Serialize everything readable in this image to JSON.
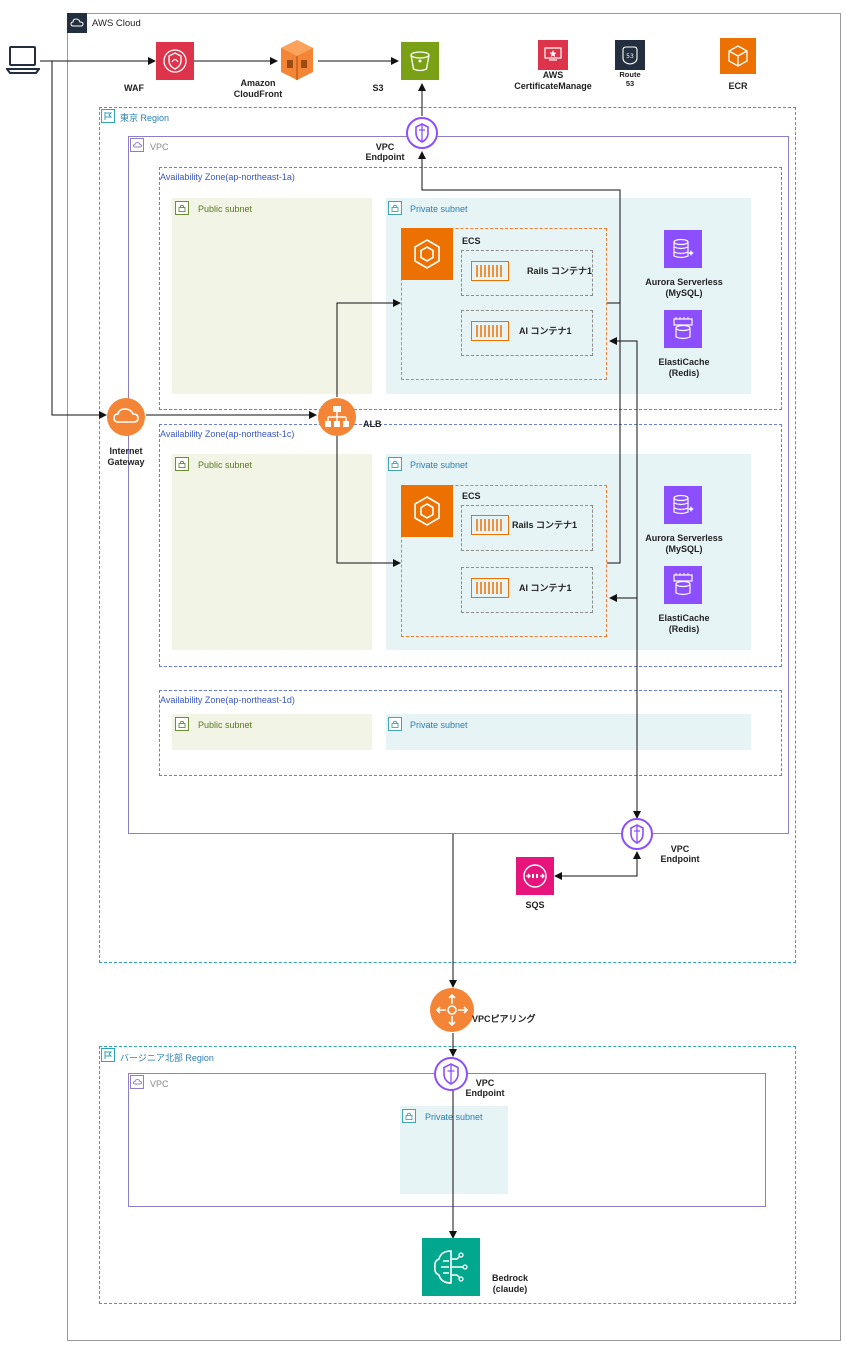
{
  "labels": {
    "aws_cloud": "AWS Cloud",
    "waf": "WAF",
    "cloudfront_l1": "Amazon",
    "cloudfront_l2": "CloudFront",
    "s3": "S3",
    "acm_l1": "AWS",
    "acm_l2": "CertificateManage",
    "route53_l1": "Route",
    "route53_l2": "53",
    "ecr": "ECR",
    "tokyo_region": "東京 Region",
    "vpc": "VPC",
    "vpce_l1": "VPC",
    "vpce_l2": "Endpoint",
    "az_1a": "Availability Zone(ap-northeast-1a)",
    "az_1c": "Availability Zone(ap-northeast-1c)",
    "az_1d": "Availability Zone(ap-northeast-1d)",
    "public_subnet": "Public subnet",
    "private_subnet": "Private subnet",
    "ecs": "ECS",
    "rails_container": "Rails コンテナ1",
    "ai_container": "AI コンテナ1",
    "aurora_l1": "Aurora Serverless",
    "aurora_l2": "(MySQL)",
    "elasticache_l1": "ElastiCache",
    "elasticache_l2": "(Redis)",
    "igw_l1": "Internet",
    "igw_l2": "Gateway",
    "alb": "ALB",
    "sqs": "SQS",
    "peering": "VPCピアリング",
    "virginia_region": "バージニア北部 Region",
    "bedrock_l1": "Bedrock",
    "bedrock_l2": "(claude)"
  },
  "icons": {
    "client": "laptop-icon",
    "waf": "waf-icon",
    "cloudfront": "cloudfront-icon",
    "s3": "s3-bucket-icon",
    "acm": "certificate-manager-icon",
    "route53": "route53-icon",
    "ecr": "ecr-icon",
    "vpce": "vpc-endpoint-icon",
    "ecs": "ecs-icon",
    "container": "container-icon",
    "aurora": "aurora-icon",
    "elasticache": "elasticache-icon",
    "igw": "internet-gateway-icon",
    "alb": "load-balancer-icon",
    "sqs": "sqs-icon",
    "peering": "vpc-peering-icon",
    "bedrock": "bedrock-icon"
  },
  "colors": {
    "orange": "#ed7100",
    "red": "#dd344c",
    "green": "#7aa116",
    "purple": "#8c4fff",
    "magenta": "#e7157b",
    "teal": "#01a88d",
    "navy": "#232f3e",
    "region_border": "#30a5b8",
    "az_border": "#6d7dd6",
    "vpc_border": "#8c7fc8"
  }
}
